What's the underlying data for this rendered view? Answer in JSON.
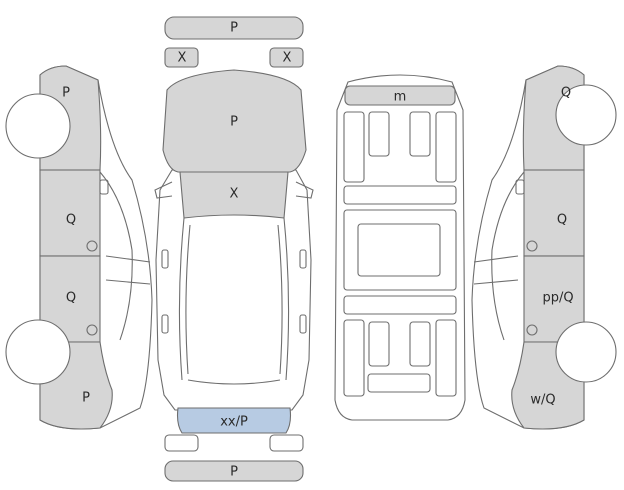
{
  "colors": {
    "outline": "#6e6e6e",
    "panel_fill": "#d6d6d6",
    "white": "#ffffff",
    "highlight": "#b7cbe3"
  },
  "labels": {
    "front_bumper": "P",
    "left_mirror": "X",
    "right_mirror": "X",
    "hood": "P",
    "windshield": "X",
    "rear_bumper_upper": "xx/P",
    "rear_bumper_lower": "P",
    "roof_front": "m",
    "left_front_fender": "P",
    "left_front_door": "Q",
    "left_rear_door": "Q",
    "left_rear_quarter": "P",
    "right_front_fender": "Q",
    "right_front_door": "Q",
    "right_rear_door": "pp/Q",
    "right_rear_quarter": "w/Q"
  }
}
